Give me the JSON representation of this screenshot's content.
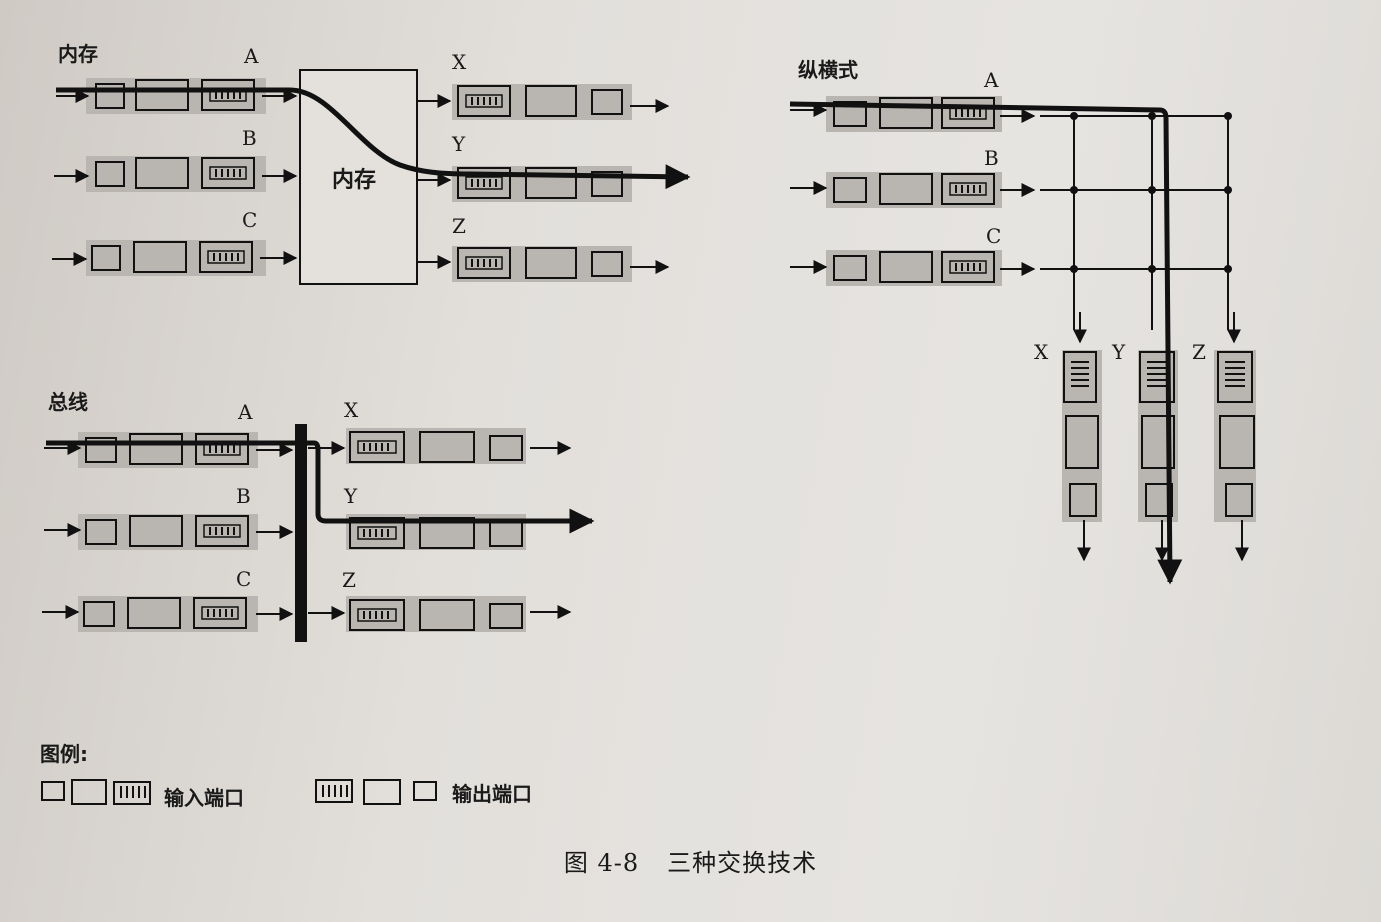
{
  "sections": {
    "memory": {
      "title": "内存",
      "box_label": "内存"
    },
    "bus": {
      "title": "总线"
    },
    "crossbar": {
      "title": "纵横式"
    }
  },
  "ports": {
    "inputs": [
      "A",
      "B",
      "C"
    ],
    "outputs": [
      "X",
      "Y",
      "Z"
    ]
  },
  "legend": {
    "title": "图例:",
    "input_port": "输入端口",
    "output_port": "输出端口"
  },
  "caption": {
    "number": "图 4-8",
    "text": "三种交换技术"
  }
}
